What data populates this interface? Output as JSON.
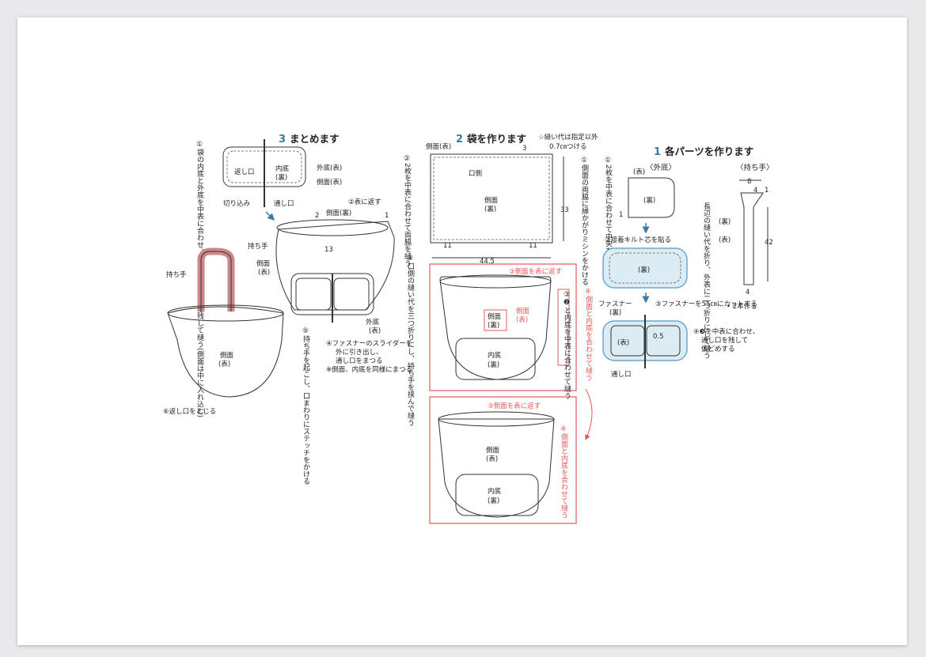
{
  "sections": {
    "s1": {
      "num": "1",
      "title": "各パーツを作ります"
    },
    "s2": {
      "num": "2",
      "title": "袋を作ります",
      "note1": "☆縫い代は指定以外",
      "note2": "0.7㎝つける"
    },
    "s3": {
      "num": "3",
      "title": "まとめます"
    }
  },
  "part1": {
    "gaitei_header": "〈外底〉",
    "mochite_header": "〈持ち手〉",
    "omote": "(表)",
    "ura": "(裏)",
    "step1_vertical": "①2枚を中表に合わせて中央を縫う",
    "step1_num": "1",
    "step2": "②接着キルト芯を貼る",
    "fastener_label": "ファスナー",
    "step3": "③ファスナーを55㎝にカットする",
    "step4a": "④❸を中表に合わせ、",
    "step4b": "通し口を残して",
    "step4c": "仮どめする",
    "dim_05": "0.5",
    "toshiguchi": "通し口",
    "handle_vertical": "長辺の縫い代を折り、外表に二つ折りにして縫う",
    "dim_8": "8",
    "dim_4": "4",
    "dim_1": "1",
    "dim_42": "42",
    "handle_count": "• 2本作る"
  },
  "part2": {
    "sokumen_omote": "側面(表)",
    "kuchigawa": "口側",
    "sokumen_ura": "側面",
    "sokumen_ura2": "(裏)",
    "step1_vertical": "①側面の両脇に縁かがりミシンをかける",
    "step2_vertical": "②2枚を中表に合わせて両脇を縫う",
    "dim_3": "3",
    "dim_33": "33",
    "dim_11": "11",
    "dim_445": "44.5",
    "red_step3": "③側面を表に返す",
    "red_sokumen": "側面",
    "red_omote": "(表)",
    "inner_step3_vertical": "③❷と内底を中表に合わせて縫う",
    "red_step4_vertical": "④側面と内底を合わせて縫う",
    "naitei": "内底",
    "ura": "(裏)",
    "omote": "(表)"
  },
  "part3": {
    "step1_vertical": "①袋の内底と外底を中表に合わせ、返し口と通し口を残して縫う(側面は中に入れ込む)",
    "kaeshiguchi": "返し口",
    "naitei": "内底",
    "ura": "(裏)",
    "gaitei_omote": "外底(表)",
    "sokumen_omote": "側面(表)",
    "kirikomi": "切り込み",
    "toshiguchi": "通し口",
    "step2": "②表に返す",
    "sokumen_ura": "側面(裏)",
    "dim_2": "2",
    "dim_1": "1",
    "dim_13": "13",
    "mochite": "持ち手",
    "sokumen": "側面",
    "omote": "(表)",
    "step3_vertical": "③口側の縫い代を三つ折りにし、持ち手を挟んで縫う",
    "gaitei": "外底",
    "step4a": "④ファスナーのスライダーを",
    "step4b": "外に引き出し、",
    "step4c": "通し口をまつる",
    "step4note": "※側面、内底を同様にまつる",
    "step5_vertical": "⑤持ち手を起こし、口まわりにステッチをかける",
    "step6": "⑥返し口をとじる"
  }
}
